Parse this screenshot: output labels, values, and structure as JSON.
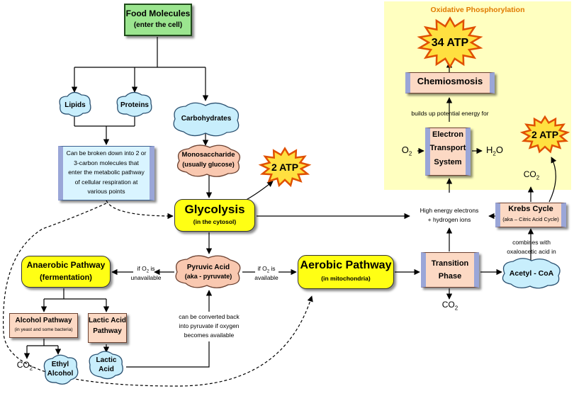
{
  "colors": {
    "green_box": "#9be58f",
    "cloud_blue": "#c8eefc",
    "cloud_peach": "#f9c8b0",
    "yellow_box": "#ffff14",
    "starburst_fill": "#ffe040",
    "starburst_edge": "#e05000",
    "panel": "#ffffc0",
    "panel_title": "#e07a00"
  },
  "food": {
    "title": "Food Molecules",
    "sub": "(enter the cell)"
  },
  "clouds": {
    "lipids": "Lipids",
    "proteins": "Proteins",
    "carbohydrates": "Carbohydrates",
    "monosaccharide_1": "Monosaccharide",
    "monosaccharide_2": "(usually glucose)",
    "pyruvic_1": "Pyruvic Acid",
    "pyruvic_2": "(aka - pyruvate)",
    "ethyl_1": "Ethyl",
    "ethyl_2": "Alcohol",
    "lactic_1": "Lactic",
    "lactic_2": "Acid",
    "acetyl": "Acetyl - CoA"
  },
  "breakdown": [
    "Can be broken down into 2 or",
    "3-carbon molecules that",
    "enter the metabolic pathway",
    "of cellular respiration at",
    "various points"
  ],
  "glycolysis": {
    "title": "Glycolysis",
    "sub": "(in the cytosol)"
  },
  "anaerobic": {
    "title": "Anaerobic Pathway",
    "sub": "(fermentation)"
  },
  "aerobic": {
    "title": "Aerobic Pathway",
    "sub": "(in mitochondria)"
  },
  "alcohol_path": {
    "title": "Alcohol Pathway",
    "sub": "(in yeast and some bacteria)"
  },
  "lactic_path": {
    "line1": "Lactic Acid",
    "line2": "Pathway"
  },
  "transition": {
    "line1": "Transition",
    "line2": "Phase"
  },
  "krebs": {
    "title": "Krebs Cycle",
    "sub": "(aka – Citric Acid Cycle)"
  },
  "ets": {
    "line1": "Electron",
    "line2": "Transport",
    "line3": "System"
  },
  "chemiosmosis": "Chemiosmosis",
  "atp": {
    "big": "34 ATP",
    "glyco": "2 ATP",
    "krebs": "2 ATP"
  },
  "labels": {
    "oxidative": "Oxidative Phosphorylation",
    "builds_up": "builds up potential energy for",
    "o2": "O",
    "o2_sub": "2",
    "h2o_h": "H",
    "h2o_sub": "2",
    "h2o_o": "O",
    "co2": "CO",
    "co2_sub": "2",
    "high_energy_1": "High energy electrons",
    "high_energy_2": "+ hydrogen ions",
    "if_unavail_1": "if O",
    "if_unavail_sub": "2",
    "if_unavail_2": " is",
    "if_unavail_3": "unavailable",
    "if_avail_1": "if O",
    "if_avail_sub": "2",
    "if_avail_2": " is",
    "if_avail_3": "available",
    "convert_1": "can be converted back",
    "convert_2": "into pyruvate if oxygen",
    "convert_3": "becomes available",
    "combines_1": "combines with",
    "combines_2": "oxaloacetic acid in"
  }
}
